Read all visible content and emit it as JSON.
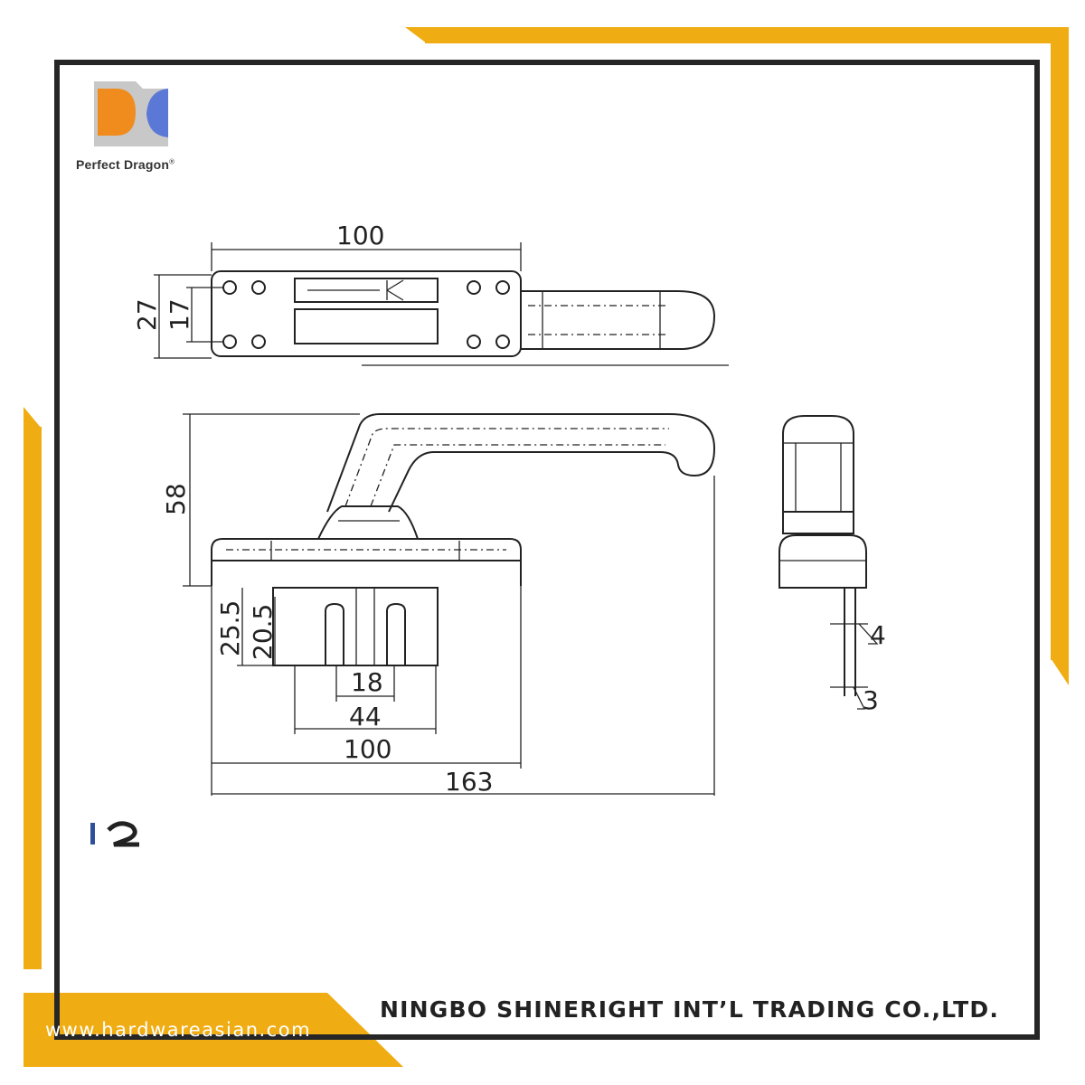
{
  "brand": {
    "name": "Perfect Dragon",
    "registered_mark": "®",
    "logo_colors": {
      "orange": "#f08c1e",
      "blue": "#5b78d6",
      "gray": "#c8c8c8"
    }
  },
  "company": "NINGBO SHINERIGHT INT’L TRADING CO.,LTD.",
  "website": "www.hardwareasian.com",
  "colors": {
    "accent": "#f0ad13",
    "frame": "#262626"
  },
  "dimensions": {
    "top_width": "100",
    "top_height_outer": "27",
    "top_height_inner": "17",
    "side_height": "58",
    "slot_depth_outer": "25.5",
    "slot_depth_inner": "20.5",
    "slot_pitch": "18",
    "slot_span": "44",
    "base_width": "100",
    "total_length": "163",
    "spindle_a": "4",
    "spindle_b": "3"
  }
}
